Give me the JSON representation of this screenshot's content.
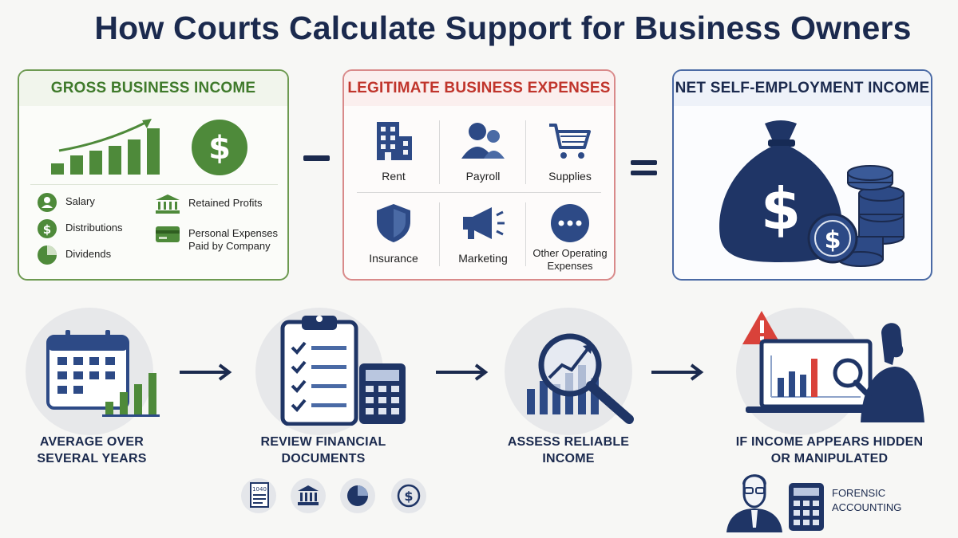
{
  "title": "How Courts Calculate Support for Business Owners",
  "gross": {
    "heading": "GROSS BUSINESS INCOME",
    "items": [
      {
        "label": "Salary",
        "icon": "person-icon"
      },
      {
        "label": "Distributions",
        "icon": "dollar-coin-icon"
      },
      {
        "label": "Dividends",
        "icon": "pie-chart-icon"
      },
      {
        "label": "Retained Profits",
        "icon": "bank-icon"
      },
      {
        "label_line1": "Personal Expenses",
        "label_line2": "Paid by Company",
        "icon": "credit-card-icon"
      }
    ]
  },
  "expenses": {
    "heading": "LEGITIMATE BUSINESS EXPENSES",
    "items": [
      {
        "label": "Rent",
        "icon": "building-icon"
      },
      {
        "label": "Payroll",
        "icon": "people-icon"
      },
      {
        "label": "Supplies",
        "icon": "shopping-cart-icon"
      },
      {
        "label": "Insurance",
        "icon": "shield-icon"
      },
      {
        "label": "Marketing",
        "icon": "megaphone-icon"
      },
      {
        "label_line1": "Other Operating",
        "label_line2": "Expenses",
        "icon": "more-dots-icon"
      }
    ]
  },
  "net": {
    "heading": "NET SELF-EMPLOYMENT INCOME",
    "icon": "money-bag-icon"
  },
  "steps": [
    {
      "line1": "AVERAGE OVER",
      "line2": "SEVERAL YEARS",
      "icon": "calendar-chart-icon"
    },
    {
      "line1": "REVIEW FINANCIAL",
      "line2": "DOCUMENTS",
      "icon": "clipboard-calculator-icon"
    },
    {
      "line1": "ASSESS RELIABLE",
      "line2": "INCOME",
      "icon": "magnifier-chart-icon"
    },
    {
      "line1": "IF INCOME APPEARS HIDDEN",
      "line2": "OR MANIPULATED",
      "icon": "investigator-icon"
    }
  ],
  "documents": {
    "form_label": "1040",
    "icons": [
      "tax-form-icon",
      "bank-icon",
      "pie-chart-icon",
      "dollar-icon"
    ]
  },
  "forensic": {
    "line1": "FORENSIC",
    "line2": "ACCOUNTING"
  },
  "colors": {
    "navy": "#1b2a4e",
    "green": "#4e8a3a",
    "red": "#c0352c",
    "blue": "#2d4a86"
  }
}
